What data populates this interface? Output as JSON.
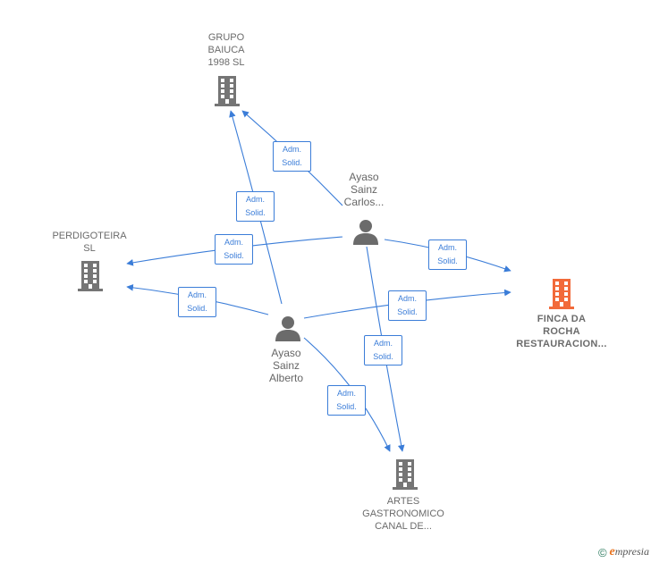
{
  "colors": {
    "edge": "#3b7dd8",
    "company": "#757575",
    "company_highlight": "#f26a3a",
    "person": "#6b6b6b"
  },
  "nodes": {
    "grupo_baiuca": {
      "label": "GRUPO\nBAIUCA\n1998  SL",
      "kind": "company",
      "icon": "building-icon"
    },
    "perdigoteira": {
      "label": "PERDIGOTEIRA\nSL",
      "kind": "company",
      "icon": "building-icon"
    },
    "finca_da_rocha": {
      "label": "FINCA DA\nROCHA\nRESTAURACION...",
      "kind": "company-highlight",
      "icon": "building-icon"
    },
    "artes_gastronomico": {
      "label": "ARTES\nGASTRONOMICO\nCANAL DE...",
      "kind": "company",
      "icon": "building-icon"
    },
    "ayaso_carlos": {
      "label": "Ayaso\nSainz\nCarlos...",
      "kind": "person",
      "icon": "person-icon"
    },
    "ayaso_alberto": {
      "label": "Ayaso\nSainz\nAlberto",
      "kind": "person",
      "icon": "person-icon"
    }
  },
  "edges": [
    {
      "from": "ayaso_carlos",
      "to": "grupo_baiuca",
      "label": "Adm.\nSolid."
    },
    {
      "from": "ayaso_alberto",
      "to": "grupo_baiuca",
      "label": "Adm.\nSolid."
    },
    {
      "from": "ayaso_carlos",
      "to": "perdigoteira",
      "label": "Adm.\nSolid."
    },
    {
      "from": "ayaso_carlos",
      "to": "finca_da_rocha",
      "label": "Adm.\nSolid."
    },
    {
      "from": "ayaso_alberto",
      "to": "perdigoteira",
      "label": "Adm.\nSolid."
    },
    {
      "from": "ayaso_alberto",
      "to": "finca_da_rocha",
      "label": "Adm.\nSolid."
    },
    {
      "from": "ayaso_carlos",
      "to": "artes_gastronomico",
      "label": "Adm.\nSolid."
    },
    {
      "from": "ayaso_alberto",
      "to": "artes_gastronomico",
      "label": "Adm.\nSolid."
    }
  ],
  "footer": {
    "copyright": "©",
    "brand_initial": "e",
    "brand_rest": "mpresia"
  }
}
